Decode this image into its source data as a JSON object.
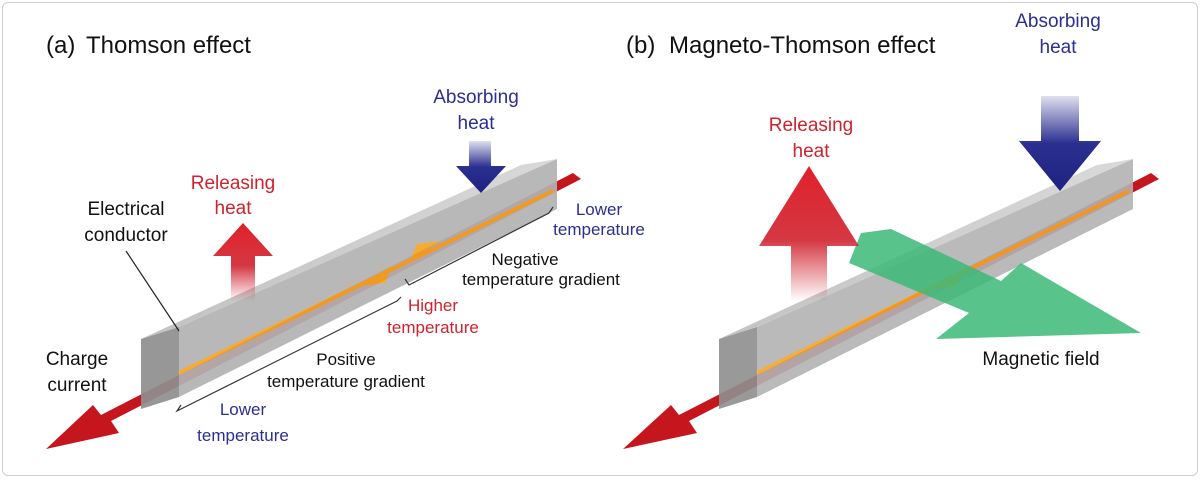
{
  "panel_a": {
    "title_letter": "(a)",
    "title": "Thomson effect",
    "conductor_label": [
      "Electrical",
      "conductor"
    ],
    "releasing_heat": [
      "Releasing",
      "heat"
    ],
    "absorbing_heat": [
      "Absorbing",
      "heat"
    ],
    "lower_temp_right": [
      "Lower",
      "temperature"
    ],
    "negative_gradient": [
      "Negative",
      "temperature gradient"
    ],
    "higher_temp": [
      "Higher",
      "temperature"
    ],
    "positive_gradient": [
      "Positive",
      "temperature gradient"
    ],
    "charge_current": [
      "Charge",
      "current"
    ],
    "lower_temp_left": [
      "Lower",
      "temperature"
    ]
  },
  "panel_b": {
    "title_letter": "(b)",
    "title": "Magneto-Thomson effect",
    "releasing_heat": [
      "Releasing",
      "heat"
    ],
    "absorbing_heat": [
      "Absorbing",
      "heat"
    ],
    "magnetic_field": "Magnetic field"
  },
  "colors": {
    "release": "#d0222e",
    "absorb": "#2b2f8f",
    "current": "#c4161c",
    "flow": "#f5a623",
    "field": "#3cb878"
  }
}
